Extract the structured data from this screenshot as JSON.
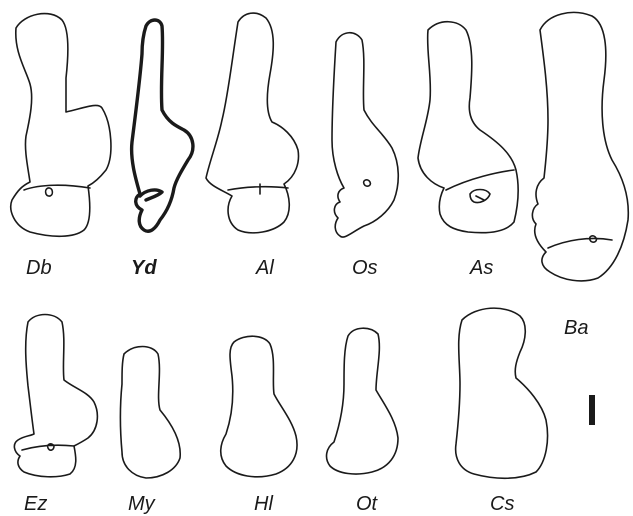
{
  "colors": {
    "stroke": "#1a1a1a",
    "background": "#ffffff"
  },
  "labels": {
    "db": "Db",
    "yd": "Yd",
    "al": "Al",
    "os": "Os",
    "as": "As",
    "ba": "Ba",
    "ez": "Ez",
    "my": "My",
    "hl": "Hl",
    "ot": "Ot",
    "cs": "Cs"
  },
  "scale_bar": {
    "present": true
  }
}
